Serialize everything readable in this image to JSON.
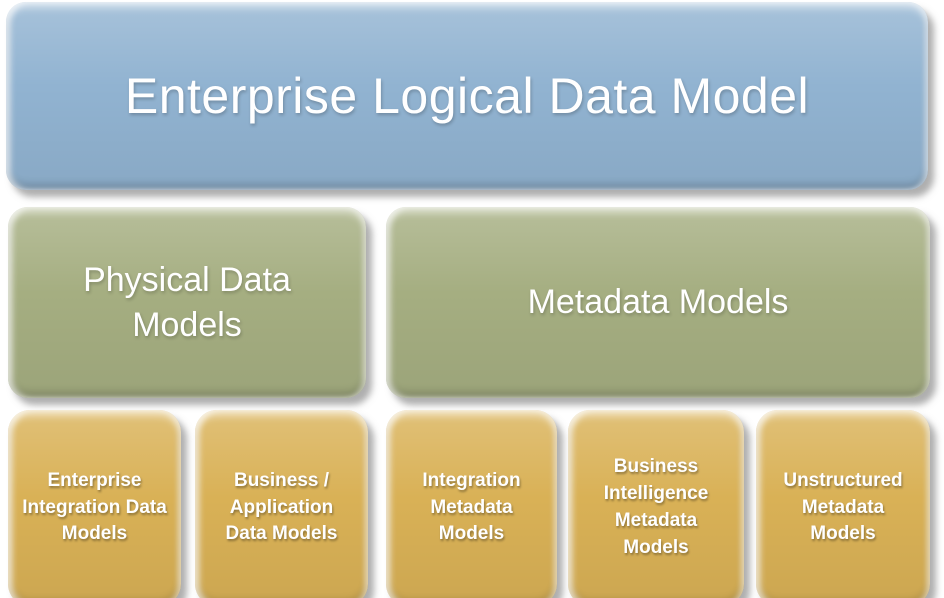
{
  "diagram": {
    "title": {
      "label": "Enterprise Logical Data Model"
    },
    "level2": [
      {
        "label": "Physical Data Models"
      },
      {
        "label": "Metadata Models"
      }
    ],
    "level3": [
      {
        "label": "Enterprise Integration Data Models"
      },
      {
        "label": "Business / Application Data Models"
      },
      {
        "label": "Integration Metadata Models"
      },
      {
        "label": "Business Intelligence Metadata Models"
      },
      {
        "label": "Unstructured Metadata Models"
      }
    ],
    "colors": {
      "level1": "#91b3d1",
      "level2": "#a5ae81",
      "level3": "#d9b156",
      "text": "#ffffff",
      "background": "#ffffff"
    }
  }
}
